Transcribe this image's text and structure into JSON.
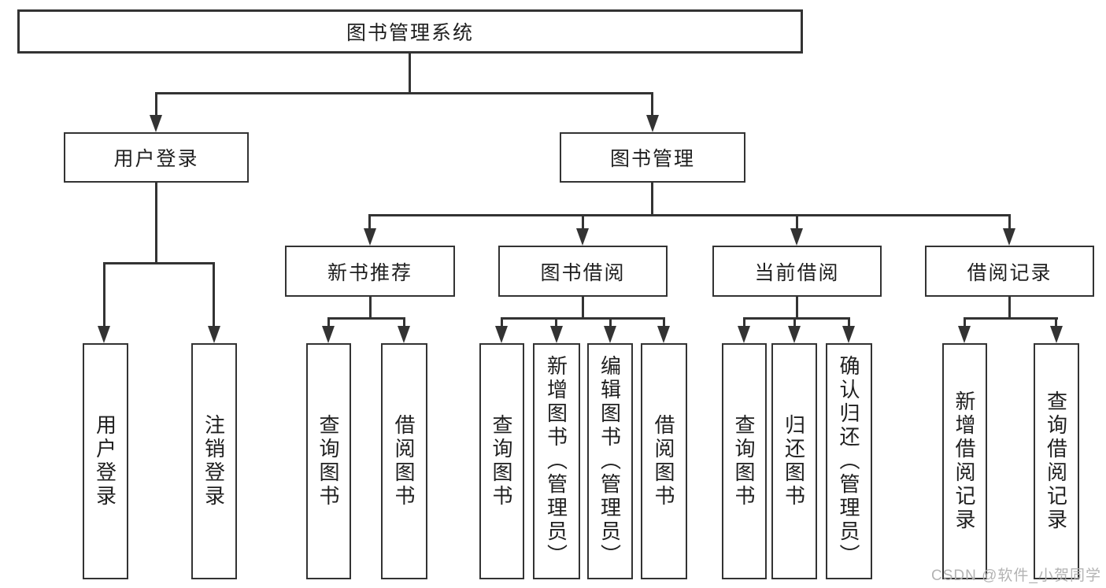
{
  "diagram": {
    "root": {
      "label": "图书管理系统"
    },
    "level2": {
      "user_login": {
        "label": "用户登录"
      },
      "book_mgmt": {
        "label": "图书管理"
      }
    },
    "level3": {
      "new_books": {
        "label": "新书推荐"
      },
      "borrowing": {
        "label": "图书借阅"
      },
      "current": {
        "label": "当前借阅"
      },
      "records": {
        "label": "借阅记录"
      }
    },
    "leaves": {
      "user_login": {
        "label": "用户登录"
      },
      "logout": {
        "label": "注销登录"
      },
      "nb_query": {
        "label": "查询图书"
      },
      "nb_borrow": {
        "label": "借阅图书"
      },
      "bb_query": {
        "label": "查询图书"
      },
      "bb_add": {
        "label": "新增图书（管理员）"
      },
      "bb_edit": {
        "label": "编辑图书（管理员）"
      },
      "bb_borrow": {
        "label": "借阅图书"
      },
      "cb_query": {
        "label": "查询图书"
      },
      "cb_return": {
        "label": "归还图书"
      },
      "cb_confirm": {
        "label": "确认归还（管理员）"
      },
      "rec_add": {
        "label": "新增借阅记录"
      },
      "rec_query": {
        "label": "查询借阅记录"
      }
    }
  },
  "watermark": {
    "text": "CSDN @软件_小贺同学"
  },
  "colors": {
    "line": "#333333",
    "text": "#1f1f1f",
    "background": "#ffffff",
    "watermark": "#b3b3b3"
  }
}
